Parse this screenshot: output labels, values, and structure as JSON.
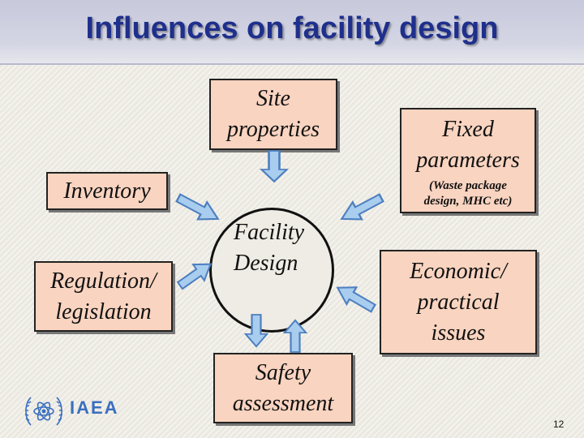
{
  "slide": {
    "title": "Influences on facility design",
    "page_number": "12"
  },
  "nodes": {
    "site_properties": [
      "Site",
      "properties"
    ],
    "fixed_parameters": [
      "Fixed",
      "parameters"
    ],
    "fixed_parameters_note": [
      "(Waste package",
      "design, MHC etc)"
    ],
    "inventory": "Inventory",
    "regulation": [
      "Regulation/",
      "legislation"
    ],
    "facility_design": [
      "Facility",
      "Design"
    ],
    "economic": [
      "Economic/",
      "practical",
      "issues"
    ],
    "safety": [
      "Safety",
      "assessment"
    ]
  },
  "logo": {
    "text": "IAEA",
    "icon": "iaea-emblem-icon"
  },
  "colors": {
    "title": "#1f2f8c",
    "box_fill": "#f9d4c0",
    "arrow_fill": "#a9cdee",
    "arrow_stroke": "#4d7fc0",
    "logo": "#3a6fbf"
  }
}
